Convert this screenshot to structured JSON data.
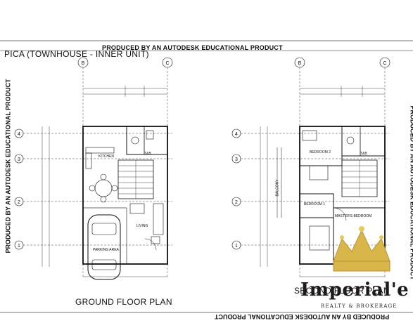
{
  "watermark": "PRODUCED BY AN AUTODESK EDUCATIONAL PRODUCT",
  "title": "PICA (TOWNHOUSE - INNER UNIT)",
  "grid_cols": [
    "B",
    "C"
  ],
  "grid_rows": [
    "4",
    "3",
    "2",
    "1"
  ],
  "ground_floor": {
    "title": "GROUND FLOOR PLAN",
    "rooms": {
      "kitchen": "KITCHEN",
      "tb": "T&B",
      "living": "LIVING",
      "parking": "PARKING AREA"
    }
  },
  "second_floor": {
    "title": "SECOND FLOOR PLAN",
    "rooms": {
      "bedroom2": "BEDROOM 2",
      "tb": "T&B",
      "bedroom1": "BEDROOM 1",
      "master": "MASTER'S BEDROOM",
      "balcony": "BALCONY"
    }
  },
  "brand": {
    "name": "Imperial'e",
    "tagline": "REALTY & BROKERAGE",
    "gold": "#d9b64a"
  }
}
